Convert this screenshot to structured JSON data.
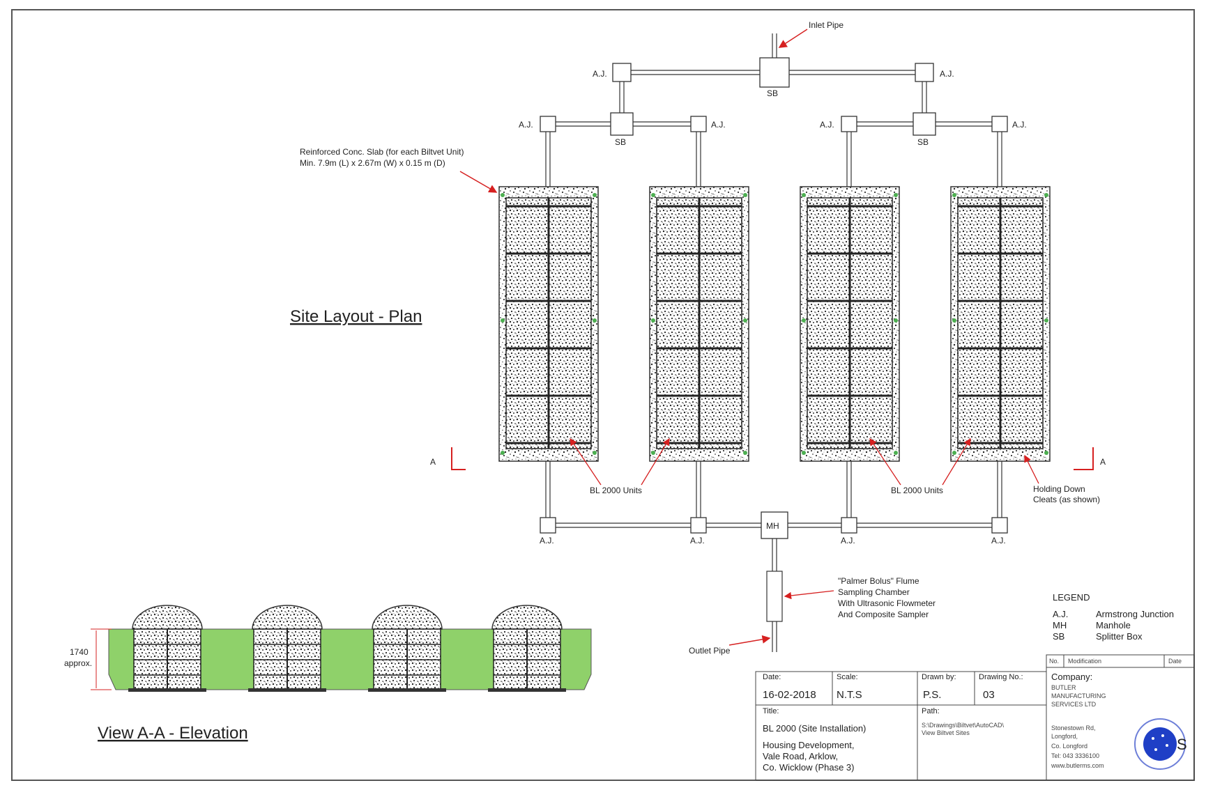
{
  "plan": {
    "title": "Site Layout - Plan",
    "inlet_label": "Inlet Pipe",
    "outlet_label": "Outlet Pipe",
    "aj_label": "A.J.",
    "sb_label": "SB",
    "mh_label": "MH",
    "slab_note_line1": "Reinforced Conc. Slab (for each Biltvet Unit)",
    "slab_note_line2": "Min. 7.9m (L) x 2.67m (W) x 0.15 m (D)",
    "units_label": "BL 2000 Units",
    "cleats_line1": "Holding Down",
    "cleats_line2": "Cleats (as shown)",
    "section_marker": "A",
    "flume_line1": "\"Palmer Bolus\" Flume",
    "flume_line2": "Sampling Chamber",
    "flume_line3": "With Ultrasonic Flowmeter",
    "flume_line4": "And Composite Sampler"
  },
  "elevation": {
    "title": "View A-A - Elevation",
    "dim_value": "1740",
    "dim_unit": "approx."
  },
  "legend": {
    "heading": "LEGEND",
    "items": [
      {
        "abbr": "A.J.",
        "desc": "Armstrong Junction"
      },
      {
        "abbr": "MH",
        "desc": "Manhole"
      },
      {
        "abbr": "SB",
        "desc": "Splitter Box"
      }
    ]
  },
  "title_block": {
    "date_label": "Date:",
    "date_value": "16-02-2018",
    "scale_label": "Scale:",
    "scale_value": "N.T.S",
    "drawn_label": "Drawn by:",
    "drawn_value": "P.S.",
    "drawing_no_label": "Drawing No.:",
    "drawing_no_value": "03",
    "title_label": "Title:",
    "title_line1": "BL 2000 (Site Installation)",
    "title_line2": "Housing Development,",
    "title_line3": "Vale Road, Arklow,",
    "title_line4": "Co. Wicklow (Phase 3)",
    "path_label": "Path:",
    "path_line1": "S:\\Drawings\\Biltvet\\AutoCAD\\",
    "path_line2": "View Biltvet Sites",
    "rev_no_label": "No.",
    "rev_mod_label": "Modification",
    "rev_date_label": "Date",
    "company_label": "Company:",
    "company_line1": "BUTLER",
    "company_line2": "MANUFACTURING",
    "company_line3": "SERVICES LTD",
    "addr_line1": "Stonestown Rd,",
    "addr_line2": "Longford,",
    "addr_line3": "Co. Longford",
    "addr_line4": "Tel: 043 3336100",
    "addr_line5": "www.butlerms.com",
    "logo_letter": "S"
  },
  "colors": {
    "ground": "#8fd16a",
    "section_marker": "#d62020",
    "leader": "#d62020",
    "logo": "#1f3fc6"
  }
}
